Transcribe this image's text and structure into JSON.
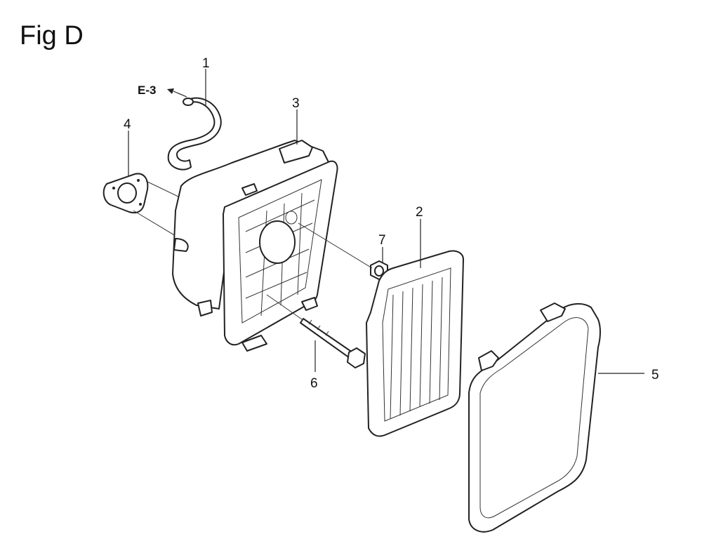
{
  "title": "Fig D",
  "cross_ref": "E-3",
  "parts": [
    {
      "key": "1",
      "label": "1"
    },
    {
      "key": "2",
      "label": "2"
    },
    {
      "key": "3",
      "label": "3"
    },
    {
      "key": "4",
      "label": "4"
    },
    {
      "key": "5",
      "label": "5"
    },
    {
      "key": "6",
      "label": "6"
    },
    {
      "key": "7",
      "label": "7"
    }
  ]
}
